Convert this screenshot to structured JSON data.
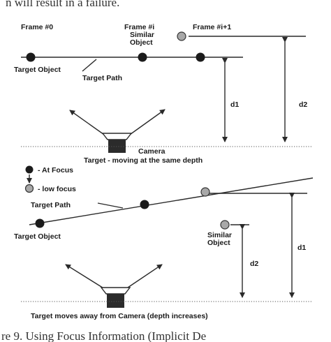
{
  "top_caption_fragment": "n will result in a failure.",
  "bottom_caption_fragment": "re 9. Using Focus Information (Implicit De",
  "panel1": {
    "frame0": "Frame #0",
    "frame_i": "Frame #i",
    "frame_i1": "Frame #i+1",
    "similar_object": [
      "Similar",
      "Object"
    ],
    "target_object": "Target Object",
    "target_path": "Target Path",
    "d1": "d1",
    "d2": "d2",
    "camera": "Camera",
    "caption": "Target - moving at the same depth"
  },
  "legend": {
    "at_focus": "- At Focus",
    "low_focus": "- low focus"
  },
  "panel2": {
    "target_path": "Target Path",
    "target_object": "Target Object",
    "similar_object": [
      "Similar",
      "Object"
    ],
    "d1": "d1",
    "d2": "d2",
    "caption": "Target moves away from Camera (depth increases)"
  },
  "colors": {
    "in_focus_dot": "#1b1b1b",
    "low_focus_dot": "#a8a8a8",
    "camera_body": "#2b2b2b",
    "line": "#2a2a2a"
  }
}
